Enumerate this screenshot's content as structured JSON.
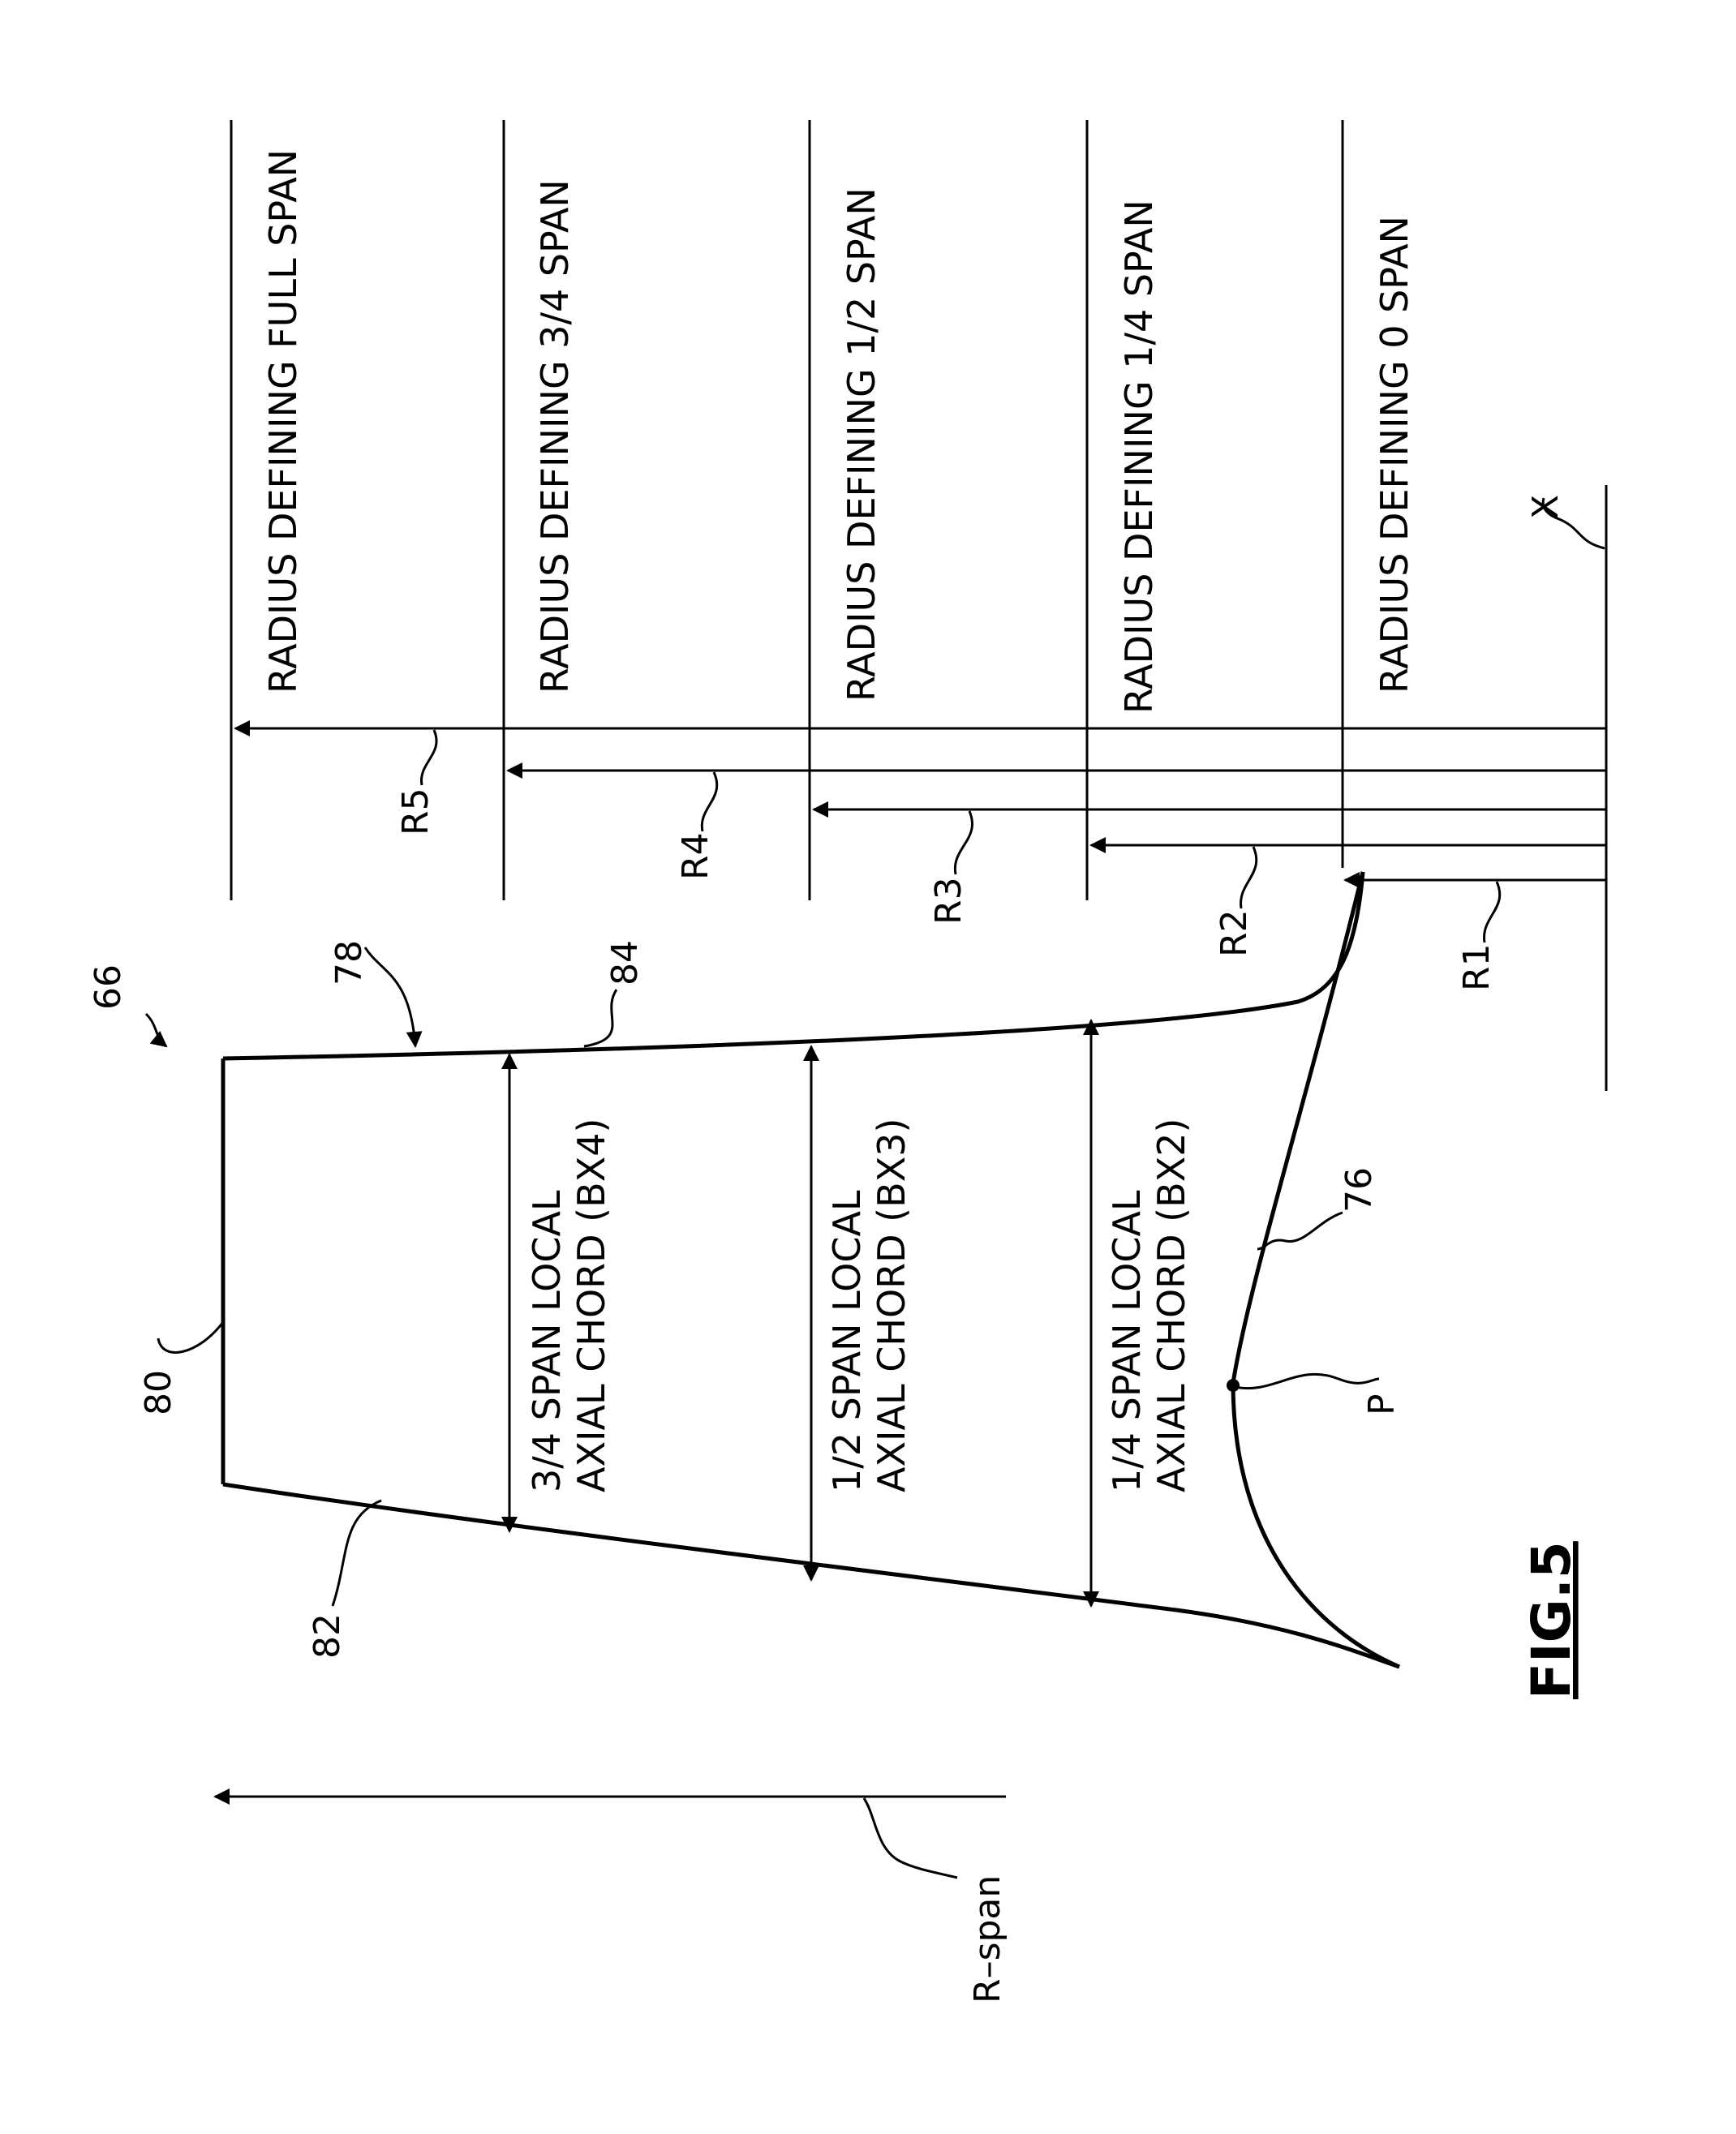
{
  "figure_label": "FIG.5",
  "radii": [
    {
      "ref": "R5",
      "text": "RADIUS DEFINING FULL SPAN"
    },
    {
      "ref": "R4",
      "text": "RADIUS DEFINING 3/4 SPAN"
    },
    {
      "ref": "R3",
      "text": "RADIUS DEFINING 1/2 SPAN"
    },
    {
      "ref": "R2",
      "text": "RADIUS DEFINING 1/4 SPAN"
    },
    {
      "ref": "R1",
      "text": "RADIUS DEFINING 0 SPAN"
    }
  ],
  "chords": [
    {
      "line1": "3/4 SPAN LOCAL",
      "line2": "AXIAL CHORD (BX4)"
    },
    {
      "line1": "1/2 SPAN LOCAL",
      "line2": "AXIAL CHORD (BX3)"
    },
    {
      "line1": "1/4 SPAN LOCAL",
      "line2": "AXIAL CHORD (BX2)"
    }
  ],
  "refs": {
    "assembly": "66",
    "airfoil": "78",
    "tip": "80",
    "leading_edge": "82",
    "trailing_edge": "84",
    "root": "76",
    "point": "P",
    "axis": "X",
    "span_axis": "R–span"
  }
}
